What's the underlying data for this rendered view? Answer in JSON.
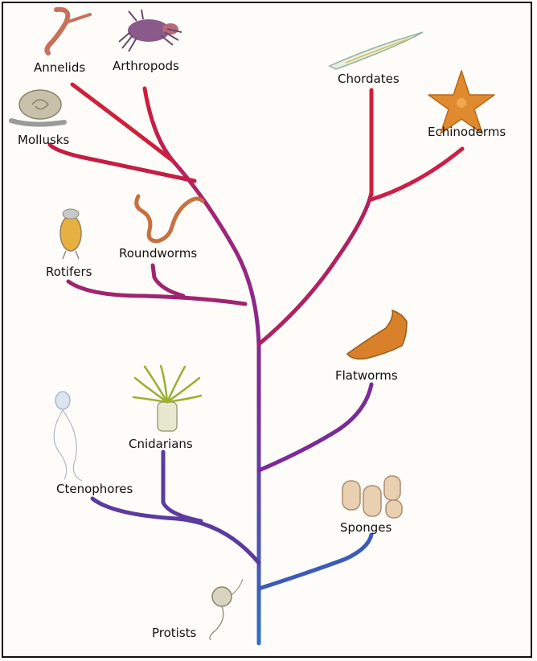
{
  "labels": {
    "annelids": "Annelids",
    "arthropods": "Arthropods",
    "mollusks": "Mollusks",
    "chordates": "Chordates",
    "echinoderms": "Echinoderms",
    "rotifers": "Rotifers",
    "roundworms": "Roundworms",
    "flatworms": "Flatworms",
    "cnidarians": "Cnidarians",
    "ctenophores": "Ctenophores",
    "sponges": "Sponges",
    "protists": "Protists"
  },
  "colors": {
    "trunk_bottom": "#2f6fc4",
    "trunk_mid": "#7a2a9a",
    "trunk_top": "#cf1f3a",
    "annelid_pink": "#d98a7a",
    "arthropod_purple": "#8a6a9a",
    "mollusk_shell": "#c8c0a8",
    "chordate_pale": "#e8efe0",
    "echinoderm_orange": "#e08a30",
    "rotifer_yellow": "#e8b040",
    "roundworm_brown": "#c87040",
    "flatworm_orange": "#d8802a",
    "cnidarian_green": "#9ab030",
    "ctenophore_blue": "#a8b8d8",
    "sponge_cream": "#e8d0b0",
    "protist_grey": "#b0a890"
  }
}
